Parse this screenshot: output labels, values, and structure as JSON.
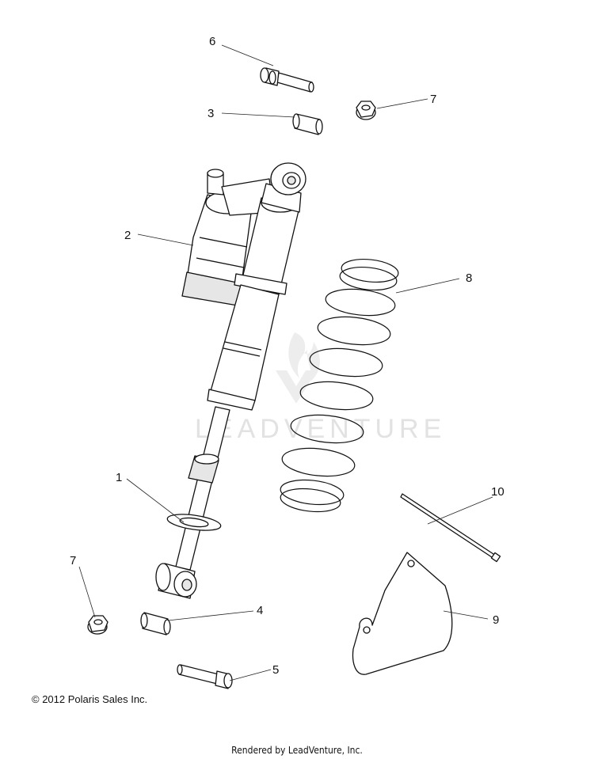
{
  "callouts": {
    "c1": "1",
    "c2": "2",
    "c3": "3",
    "c4": "4",
    "c5": "5",
    "c6": "6",
    "c7a": "7",
    "c7b": "7",
    "c8": "8",
    "c9": "9",
    "c10": "10"
  },
  "watermark": "LEADVENTURE",
  "copyright": "© 2012 Polaris Sales Inc.",
  "footer": "Rendered by LeadVenture, Inc."
}
